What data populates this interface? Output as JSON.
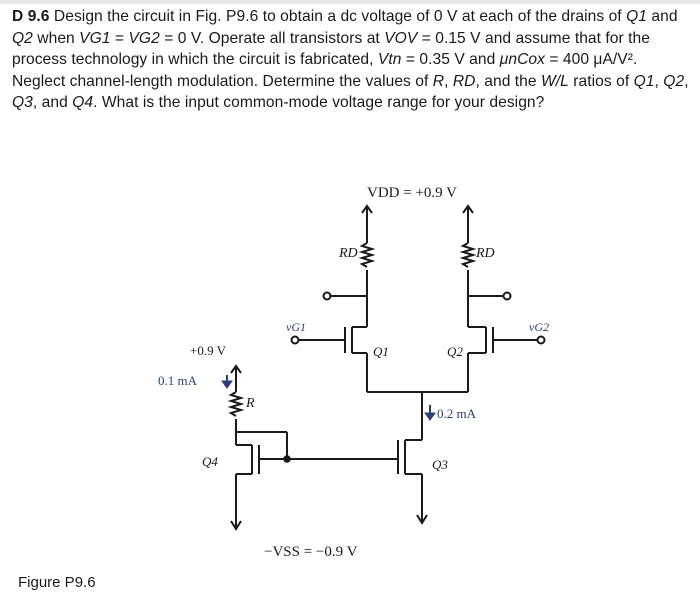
{
  "problem": {
    "id": "D 9.6",
    "intro": "Design the circuit in",
    "fig_ref": "Fig. P9.6",
    "after_ref": "to obtain a dc voltage of 0 V at each of the drains of",
    "drains_and": "and",
    "when": "when",
    "vg_cond": "= 0 V. Operate all transistors at",
    "vov_val": "= 0.15 V and assume that for the process technology in which the circuit is fabricated,",
    "vtn_val": "= 0.35 V and",
    "kn_val": "= 400 μA/V².",
    "rest1": "Neglect channel-length modulation. Determine the values of",
    "rest2": "and the",
    "rest3": "ratios of",
    "rest4": "What is the input common-mode voltage range for your design?",
    "q1": "Q1",
    "q2": "Q2",
    "q3": "Q3",
    "q4": "Q4",
    "vg1": "VG1",
    "vg2": "VG2",
    "vov": "VOV",
    "vtn": "Vtn",
    "kn": "μnCox",
    "r": "R",
    "rd": "RD",
    "wl": "W/L"
  },
  "figure": {
    "label": "Figure P9.6",
    "vdd_label": "VDD = +0.9 V",
    "vss_label": "−VSS = −0.9 V",
    "plus09_label": "+0.9 V",
    "iref_label": "0.1 mA",
    "itail_label": "0.2 mA",
    "rd_left": "RD",
    "rd_right": "RD",
    "r_label": "R",
    "vg1_label": "vG1",
    "vg2_label": "vG2",
    "q1_label": "Q1",
    "q2_label": "Q2",
    "q3_label": "Q3",
    "q4_label": "Q4"
  },
  "colors": {
    "wire": "#1a1a1a",
    "label_blue": "#2a3f78",
    "background": "#ffffff"
  }
}
